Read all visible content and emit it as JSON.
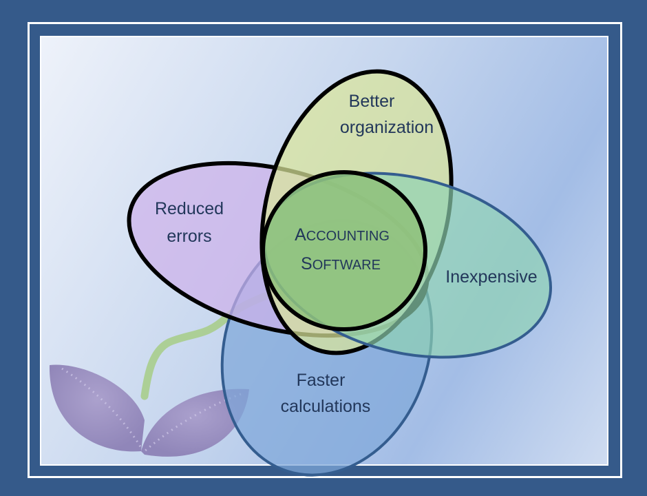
{
  "diagram": {
    "center_label_line1": {
      "big": "A",
      "small": "CCOUNTING"
    },
    "center_label_line2": {
      "big": "S",
      "small": "OFTWARE"
    },
    "petals": [
      {
        "name": "better-organization",
        "line1": "Better",
        "line2": "organization",
        "color": "#d9e59a"
      },
      {
        "name": "reduced-errors",
        "line1": "Reduced",
        "line2": "errors",
        "color": "#cdb0ea"
      },
      {
        "name": "inexpensive",
        "line1": "Inexpensive",
        "line2": "",
        "color": "#8fd3b2"
      },
      {
        "name": "faster-calculations",
        "line1": "Faster",
        "line2": "calculations",
        "color": "#7fa8da"
      }
    ],
    "center_color": "#8fc17a"
  }
}
